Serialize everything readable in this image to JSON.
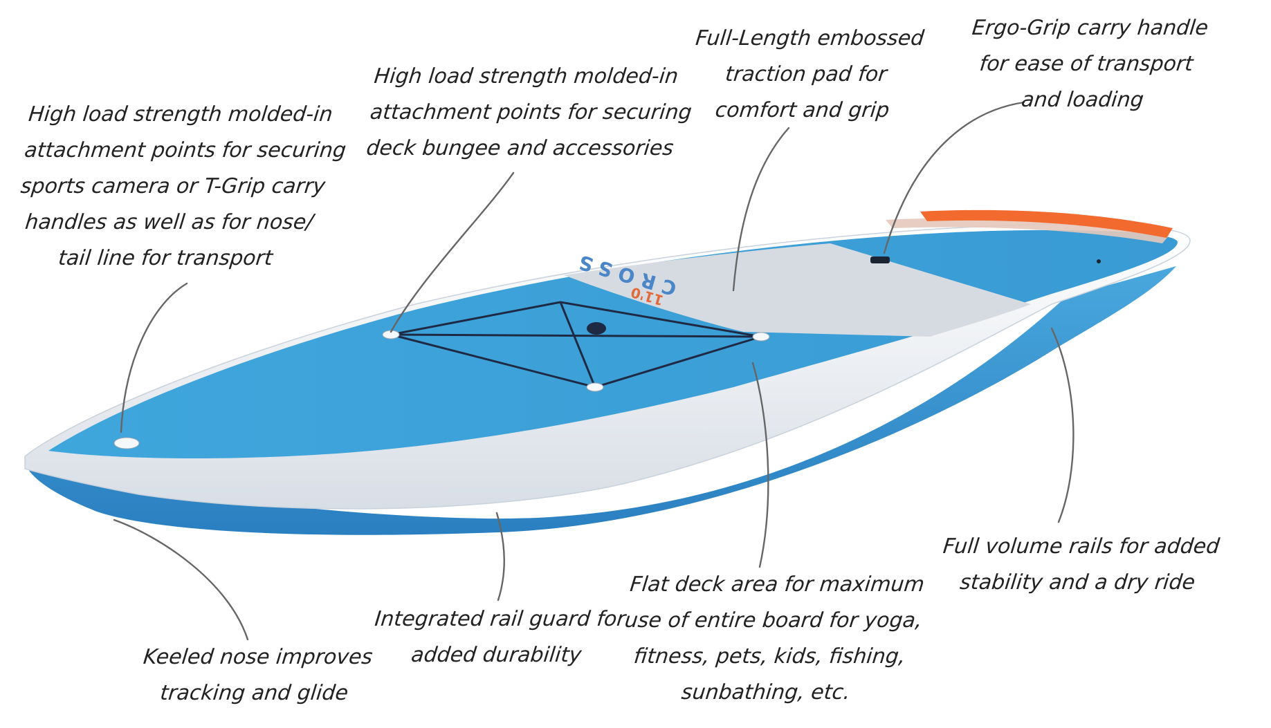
{
  "board": {
    "brand": "CROSS",
    "size": "11'0",
    "colors": {
      "deck": "#3aa0d8",
      "rail": "#eef1f5",
      "hull": "#2f8fd0",
      "traction_pad": "#d9dde2",
      "stripe_orange": "#f26a2e",
      "bungee": "#1e2a44"
    }
  },
  "callouts": {
    "nose_attachment": {
      "lines": [
        "High load strength molded-in",
        "attachment points for securing",
        "sports camera or T-Grip carry",
        "handles as well as for nose/",
        "tail line for transport"
      ]
    },
    "deck_attachment": {
      "lines": [
        "High load strength molded-in",
        "attachment points for securing",
        "deck bungee and accessories"
      ]
    },
    "traction_pad": {
      "lines": [
        "Full-Length embossed",
        "traction pad for",
        "comfort and grip"
      ]
    },
    "carry_handle": {
      "lines": [
        "Ergo-Grip carry handle",
        "for ease of transport",
        "and loading"
      ]
    },
    "full_volume_rails": {
      "lines": [
        "Full volume rails for added",
        "stability and a dry ride"
      ]
    },
    "flat_deck": {
      "lines": [
        "Flat deck area for maximum",
        "use of entire board for yoga,",
        "fitness, pets, kids, fishing,",
        "sunbathing, etc."
      ]
    },
    "rail_guard": {
      "lines": [
        "Integrated rail guard for",
        "added durability"
      ]
    },
    "keeled_nose": {
      "lines": [
        "Keeled nose improves",
        "tracking and glide"
      ]
    }
  }
}
